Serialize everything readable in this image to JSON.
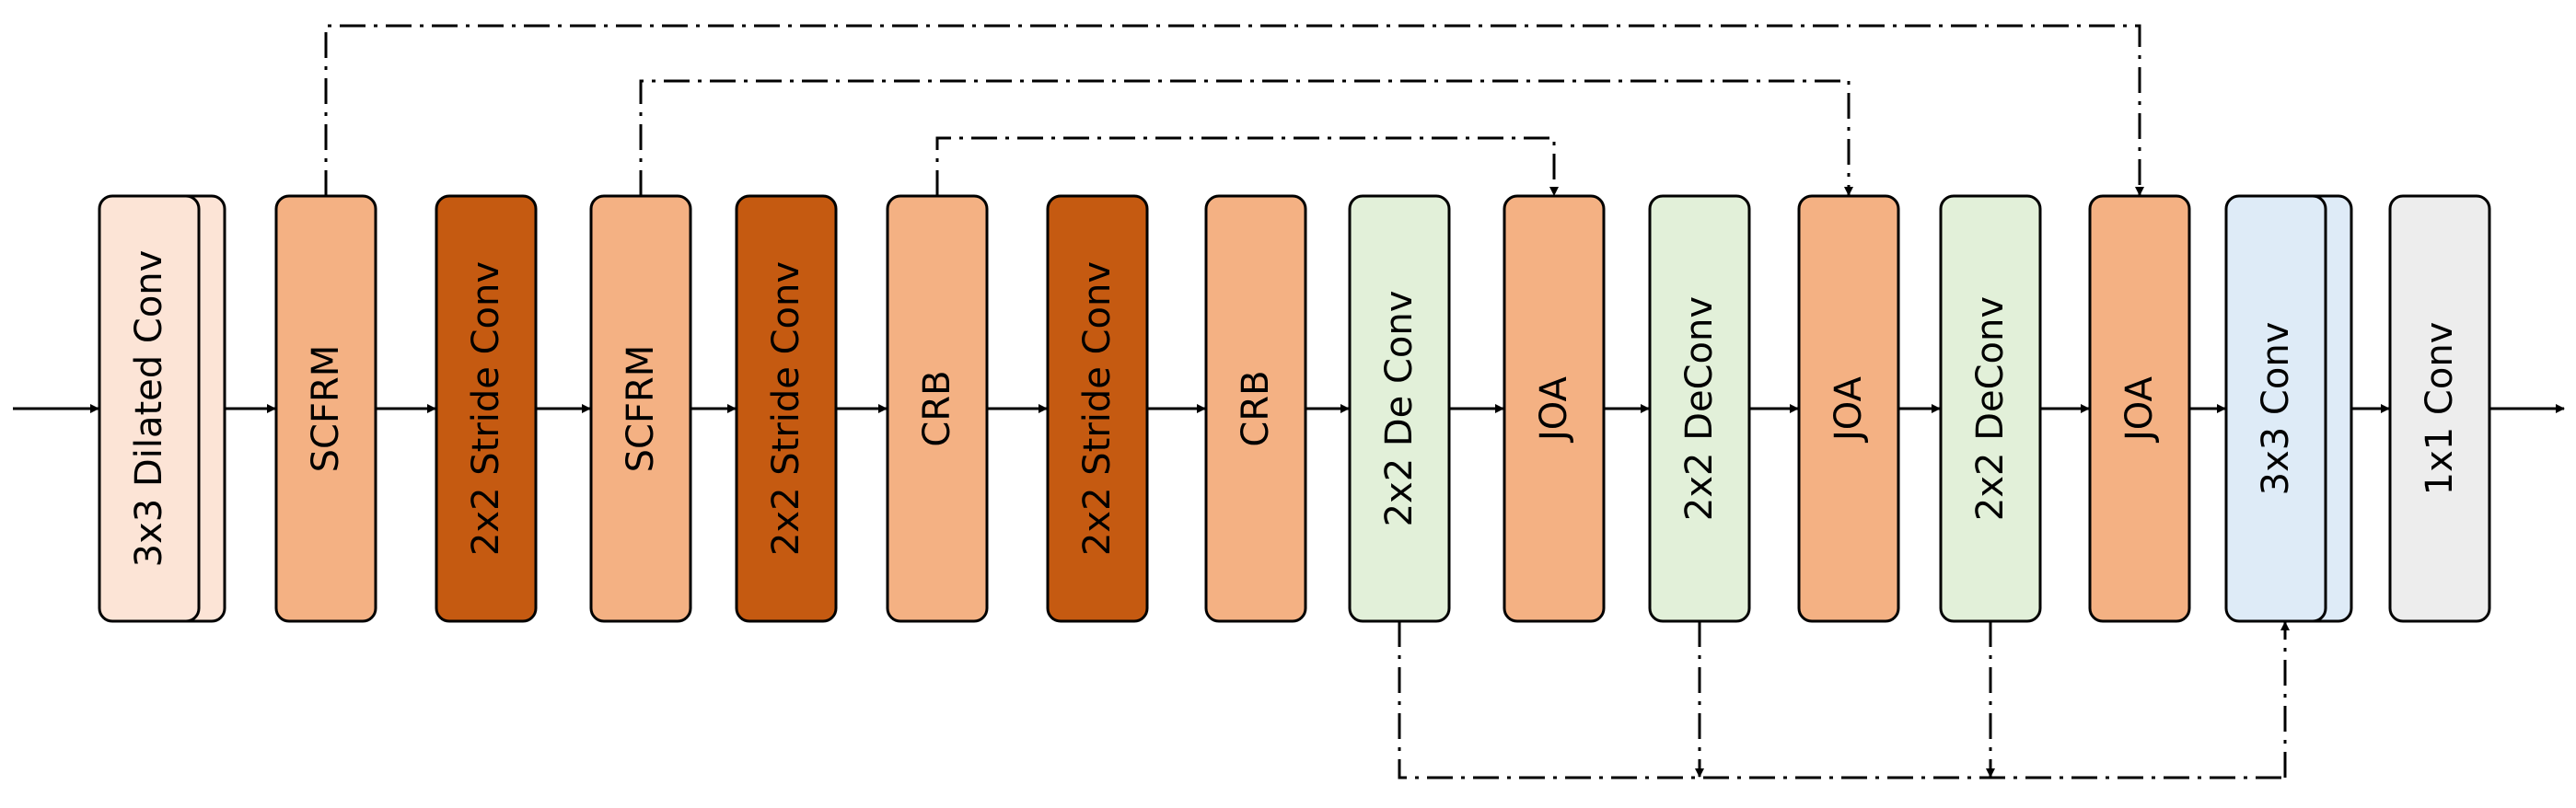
{
  "blocks": [
    {
      "label": "3x3 Dilated Conv",
      "fill": "#FCE4D6",
      "stacked": true
    },
    {
      "label": "SCFRM",
      "fill": "#F4B183"
    },
    {
      "label": "2x2 Stride Conv",
      "fill": "#C55A11"
    },
    {
      "label": "SCFRM",
      "fill": "#F4B183"
    },
    {
      "label": "2x2 Stride Conv",
      "fill": "#C55A11"
    },
    {
      "label": "CRB",
      "fill": "#F4B183"
    },
    {
      "label": "2x2 Stride Conv",
      "fill": "#C55A11"
    },
    {
      "label": "CRB",
      "fill": "#F4B183"
    },
    {
      "label": "2x2 De Conv",
      "fill": "#E2F0D9"
    },
    {
      "label": "JOA",
      "fill": "#F4B183"
    },
    {
      "label": "2x2 DeConv",
      "fill": "#E2F0D9"
    },
    {
      "label": "JOA",
      "fill": "#F4B183"
    },
    {
      "label": "2x2 DeConv",
      "fill": "#E2F0D9"
    },
    {
      "label": "JOA",
      "fill": "#F4B183"
    },
    {
      "label": "3x3 Conv",
      "fill": "#DEEBF7",
      "stacked": true
    },
    {
      "label": "1x1 Conv",
      "fill": "#EDEDED"
    }
  ],
  "colors": {
    "stroke": "#000000",
    "text": "#000000"
  }
}
